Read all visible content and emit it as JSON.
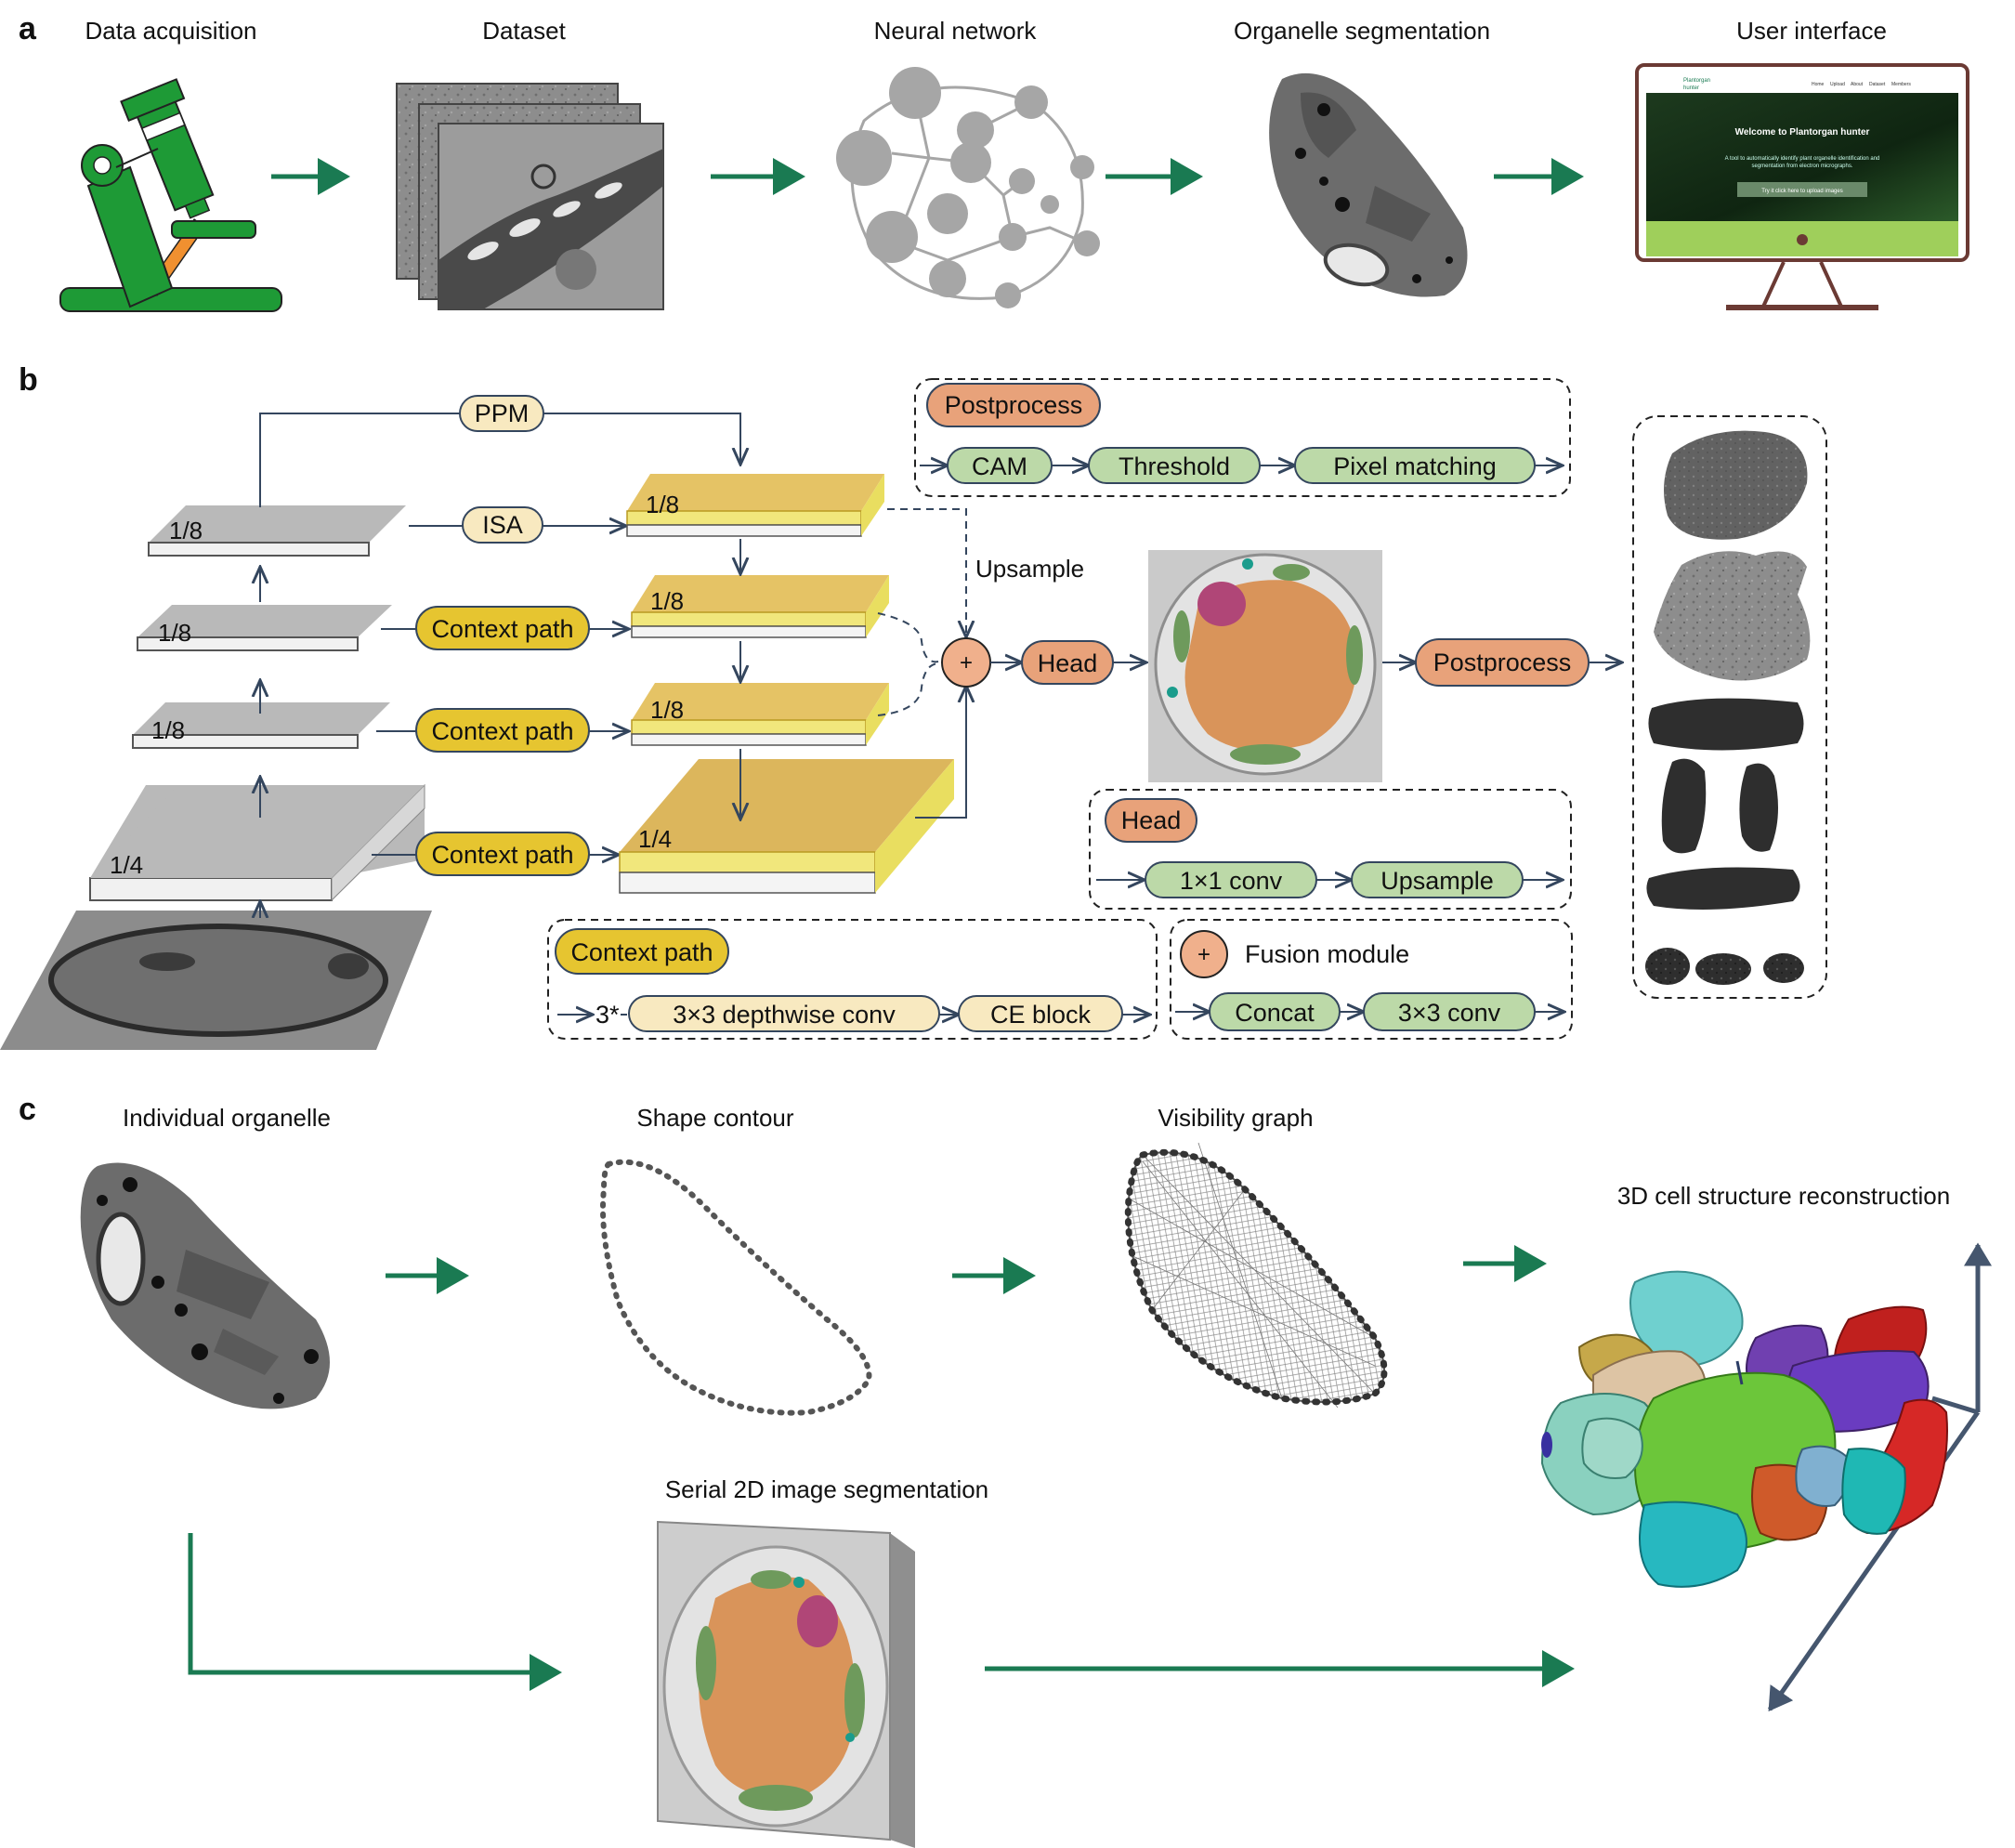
{
  "panels": {
    "a": {
      "letter": "a",
      "steps": [
        "Data acquisition",
        "Dataset",
        "Neural network",
        "Organelle segmentation",
        "User interface"
      ],
      "screen": {
        "brand_line1": "Plantorgan",
        "brand_line2": "hunter",
        "nav": [
          "Home",
          "Upload",
          "About",
          "Dataset",
          "Members"
        ],
        "welcome": "Welcome to Plantorgan hunter",
        "tagline_line1": "A tool to automatically identify plant organelle identification and",
        "tagline_line2": "segmentation from electron micrographs.",
        "button": "Try it click here to upload images"
      }
    },
    "b": {
      "letter": "b",
      "scales": {
        "s1": "1/8",
        "s2": "1/8",
        "s3": "1/8",
        "s4": "1/4"
      },
      "modules": {
        "ppm": "PPM",
        "isa": "ISA",
        "context_path": "Context path",
        "head": "Head",
        "postprocess": "Postprocess",
        "upsample": "Upsample",
        "plus": "+"
      },
      "postprocess_box": {
        "title": "Postprocess",
        "steps": [
          "CAM",
          "Threshold",
          "Pixel matching"
        ]
      },
      "head_box": {
        "title": "Head",
        "steps": [
          "1×1 conv",
          "Upsample"
        ]
      },
      "context_box": {
        "title": "Context path",
        "repeat": "3*",
        "steps": [
          "3×3 depthwise conv",
          "CE block"
        ]
      },
      "fusion_box": {
        "symbol": "+",
        "title": "Fusion module",
        "steps": [
          "Concat",
          "3×3 conv"
        ]
      }
    },
    "c": {
      "letter": "c",
      "steps": [
        "Individual organelle",
        "Shape contour",
        "Visibility graph",
        "3D cell structure reconstruction",
        "Serial 2D image segmentation"
      ]
    }
  },
  "colors": {
    "arrow_green": "#1a7a52",
    "microscope_green": "#1e9a36",
    "pill_cream": "#f8e9c0",
    "pill_yellow": "#e6c530",
    "pill_salmon": "#e8a27a",
    "pill_green": "#bcd9a8",
    "line_navy": "#34465e",
    "segment_orange": "#d9945a",
    "segment_green": "#6e9a5c",
    "segment_magenta": "#b04677"
  }
}
